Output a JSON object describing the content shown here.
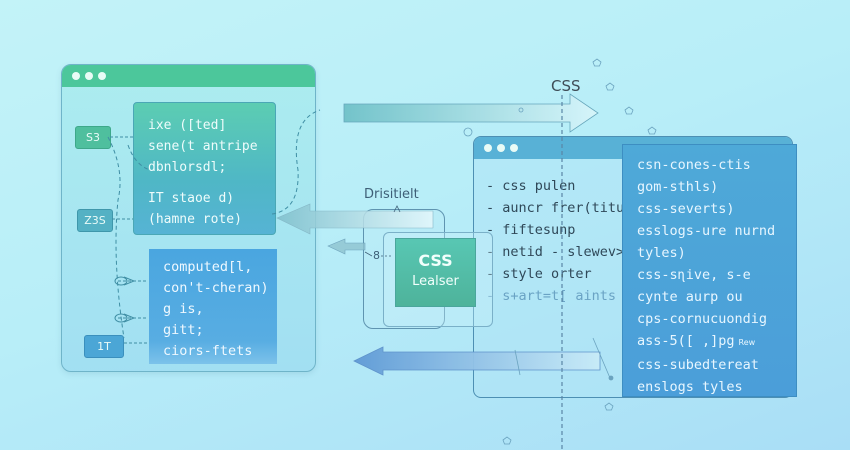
{
  "left_window": {
    "title_dots": 3,
    "tags": [
      "S3",
      "Z3S",
      "1T"
    ],
    "green_panel_lines": [
      "ixe ([ted]",
      "sene(t antripe",
      "dbnlorsdl;",
      "IT staoe d)",
      "(hamne rote)"
    ],
    "blue_panel_lines": [
      "computed[l,",
      "con't-cheran)",
      "g is,",
      "gitt;",
      "ciors-ftets"
    ]
  },
  "labels": {
    "css_top": "CSS",
    "drisitielt": "Drisitielt",
    "connector_number": "8"
  },
  "css_card": {
    "title": "CSS",
    "subtitle": "Lealser"
  },
  "right_window": {
    "title_dots": 3,
    "list_items": [
      "- css pulen",
      "- auncr frer(titu",
      "- fiftesunp",
      "- netid - slewev>",
      "- style orter",
      "- s+art=t[ aints"
    ]
  },
  "right_panel": {
    "lines": [
      "csn-cones-ctis",
      "gom-sthls)",
      "css-severts)",
      "esslogs-ure nurnd",
      "tyles)",
      "css-sɳive,  s-e",
      "cynte aurp ou",
      "cps-cornucuondig",
      "ass-5([ ,]pg",
      "css-subedtereat",
      "enslogs  tyles"
    ],
    "small_note": "Rew"
  },
  "colors": {
    "background": "#b8eef8",
    "green_accent": "#4cc79b",
    "blue_accent": "#4ba6d6",
    "text_dark": "#2f4858"
  }
}
